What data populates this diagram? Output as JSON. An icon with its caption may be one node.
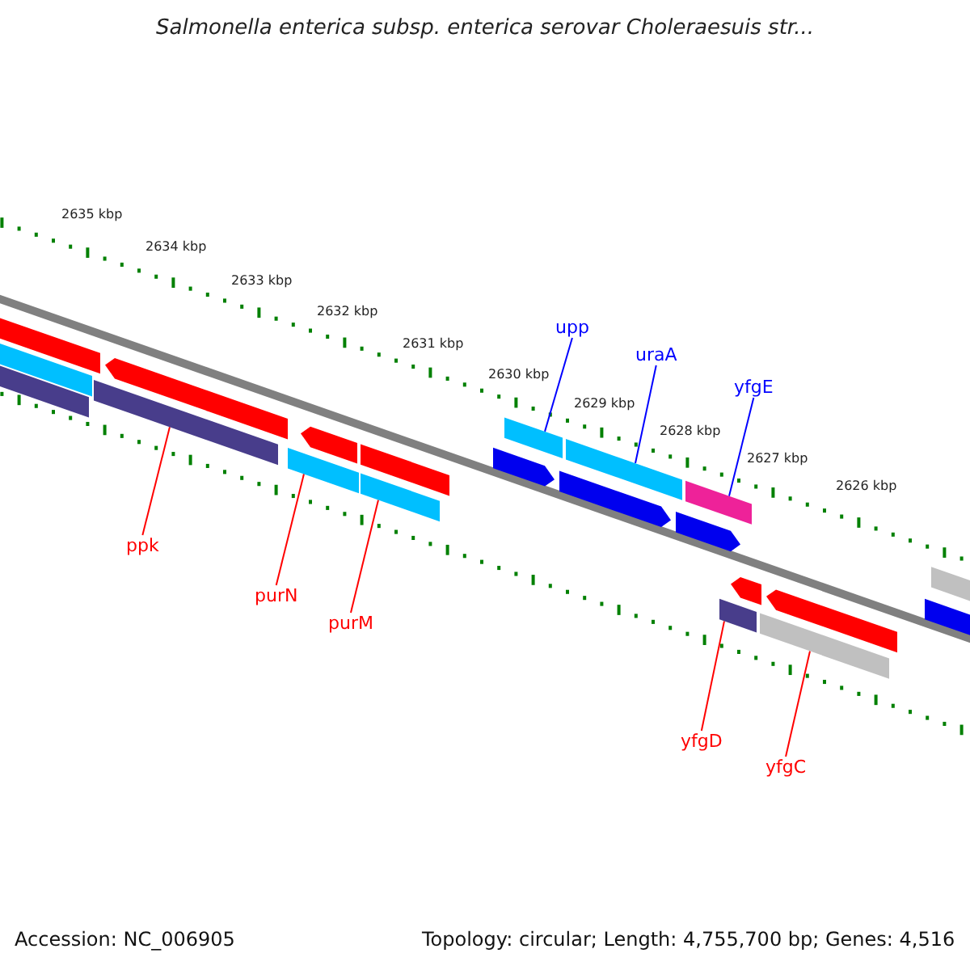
{
  "diagram": {
    "title": "Salmonella enterica subsp. enterica serovar Choleraesuis str...",
    "nodes": [
      {
        "text": [
          "upp"
        ]
      },
      {
        "text": [
          "uraA"
        ]
      },
      {
        "text": [
          "yfgE"
        ]
      },
      {
        "text": [
          "ppk"
        ]
      },
      {
        "text": [
          "purN"
        ]
      },
      {
        "text": [
          "purM"
        ]
      },
      {
        "text": [
          "yfgD"
        ]
      },
      {
        "text": [
          "yfgC"
        ]
      },
      {
        "text": [],
        "shape": "bar"
      },
      {
        "text": [],
        "shape": "bar"
      },
      {
        "text": [],
        "shape": "bar"
      },
      {
        "text": [],
        "shape": "bar"
      },
      {
        "text": [],
        "shape": "pentagon"
      },
      {
        "text": [],
        "shape": "bar"
      },
      {
        "text": [],
        "shape": "pentagon"
      },
      {
        "text": [],
        "shape": "bar"
      },
      {
        "text": [],
        "shape": "bar"
      },
      {
        "text": [],
        "shape": "pentagon"
      },
      {
        "text": [],
        "shape": "bar"
      },
      {
        "text": [],
        "shape": "pentagon"
      },
      {
        "text": [],
        "shape": "bar"
      },
      {
        "text": [],
        "shape": "pentagon"
      },
      {
        "text": [],
        "shape": "bar"
      },
      {
        "text": [],
        "shape": "bar"
      },
      {
        "text": [],
        "shape": "pentagon"
      },
      {
        "text": [],
        "shape": "bar"
      },
      {
        "text": [],
        "shape": "pentagon"
      },
      {
        "text": [],
        "shape": "bar"
      },
      {
        "text": [],
        "shape": "bar"
      }
    ],
    "edges": [
      {
        "from": 0,
        "to": 18,
        "arrow": "none",
        "color": "#0000ff"
      },
      {
        "from": 1,
        "to": 20,
        "arrow": "none",
        "color": "#0000ff"
      },
      {
        "from": 2,
        "to": 22,
        "arrow": "none",
        "color": "#0000ff"
      },
      {
        "from": 3,
        "to": 11,
        "arrow": "none"
      },
      {
        "from": 4,
        "to": 13,
        "arrow": "none"
      },
      {
        "from": 5,
        "to": 15,
        "arrow": "none"
      },
      {
        "from": 6,
        "to": 23,
        "arrow": "none"
      },
      {
        "from": 7,
        "to": 25,
        "arrow": "none"
      }
    ],
    "labels": [
      "2635 kbp",
      "2634 kbp",
      "2633 kbp",
      "2632 kbp",
      "2631 kbp",
      "2630 kbp",
      "2629 kbp",
      "2628 kbp",
      "2627 kbp",
      "2626 kbp",
      "Accession: NC_006905",
      "Topology: circular; Length: 4,755,700 bp; Genes: 4,516"
    ]
  }
}
